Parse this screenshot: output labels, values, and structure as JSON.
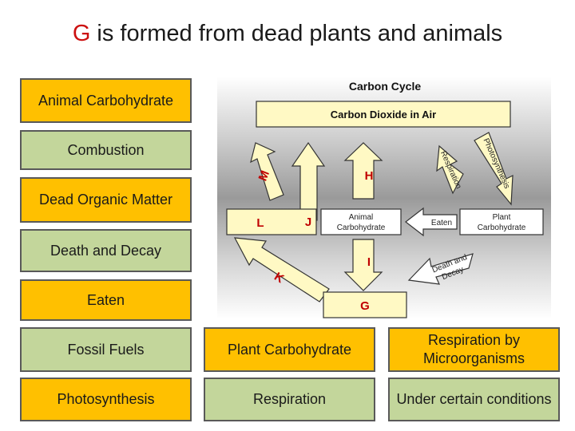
{
  "title": {
    "letter": "G",
    "rest": " is formed from dead plants and animals"
  },
  "cards": {
    "animal_carbohydrate": "Animal Carbohydrate",
    "combustion": "Combustion",
    "dead_organic_matter": "Dead Organic Matter",
    "death_and_decay": "Death and Decay",
    "eaten": "Eaten",
    "fossil_fuels": "Fossil Fuels",
    "photosynthesis": "Photosynthesis",
    "plant_carbohydrate": "Plant Carbohydrate",
    "respiration": "Respiration",
    "respiration_by_microorganisms": "Respiration by Microorganisms",
    "under_certain_conditions": "Under certain conditions"
  },
  "diagram": {
    "heading": "Carbon Cycle",
    "co2_box": "Carbon Dioxide in Air",
    "letters": {
      "m": "M",
      "h": "H",
      "l": "L",
      "j": "J",
      "i": "I",
      "k": "K",
      "g": "G"
    },
    "animal_box_line1": "Animal",
    "animal_box_line2": "Carbohydrate",
    "plant_box_line1": "Plant",
    "plant_box_line2": "Carbohydrate",
    "eaten_arrow": "Eaten",
    "photosynthesis_arrow": "Photosynthesis",
    "respiration_arrow": "Respiration",
    "death_decay_line1": "Death and",
    "death_decay_line2": "Decay",
    "colors": {
      "letter": "#c00000",
      "arrow_fill": "#fff9c4",
      "box_fill": "#fff9c4"
    }
  }
}
